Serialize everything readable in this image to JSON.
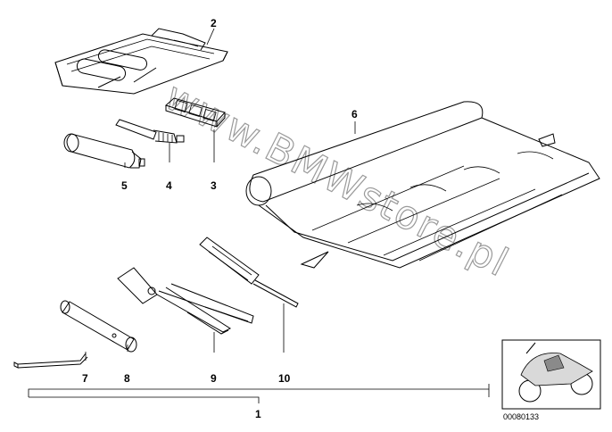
{
  "callouts": [
    "1",
    "2",
    "3",
    "4",
    "5",
    "6",
    "7",
    "8",
    "9",
    "10"
  ],
  "watermark": "www.BMWstore.pl",
  "thumbnail_code": "00080133"
}
